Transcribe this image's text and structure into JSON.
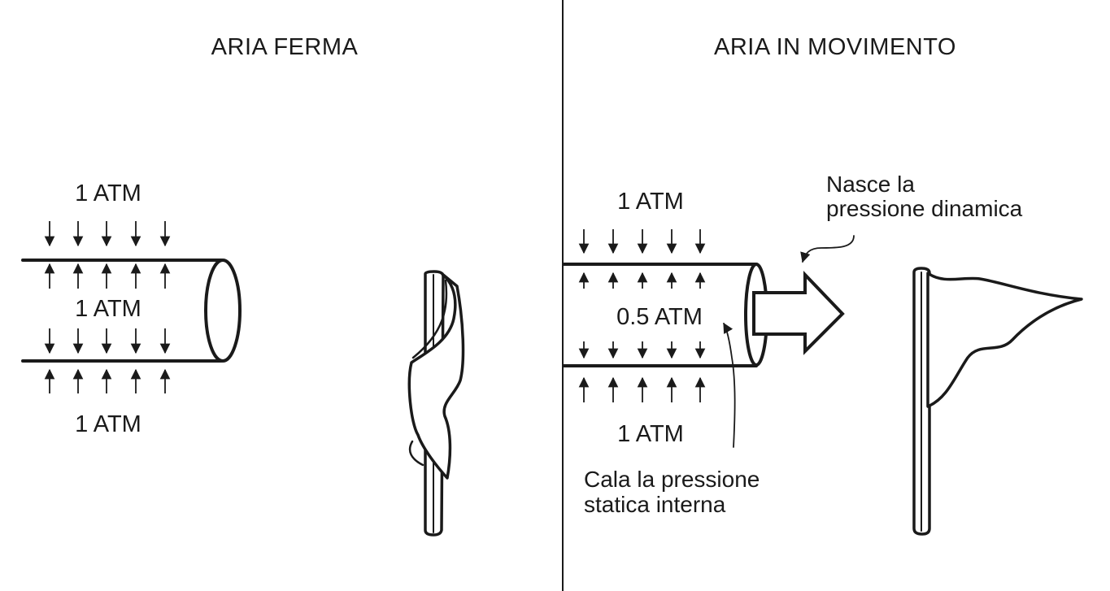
{
  "panels": {
    "left": {
      "title": "ARIA FERMA",
      "pressure_above": "1 ATM",
      "pressure_inside": "1 ATM",
      "pressure_below": "1 ATM"
    },
    "right": {
      "title": "ARIA IN MOVIMENTO",
      "pressure_above": "1 ATM",
      "pressure_inside": "0.5 ATM",
      "pressure_below": "1 ATM",
      "note_dynamic_line1": "Nasce la",
      "note_dynamic_line2": "pressione dinamica",
      "note_static_line1": "Cala la pressione",
      "note_static_line2": "statica interna"
    }
  },
  "icons": {
    "flag_limp": "limp-flag-icon",
    "flag_flying": "flying-flag-icon",
    "flow_arrow": "hollow-right-arrow-icon"
  },
  "colors": {
    "ink": "#1a1a1a",
    "background": "#ffffff"
  }
}
